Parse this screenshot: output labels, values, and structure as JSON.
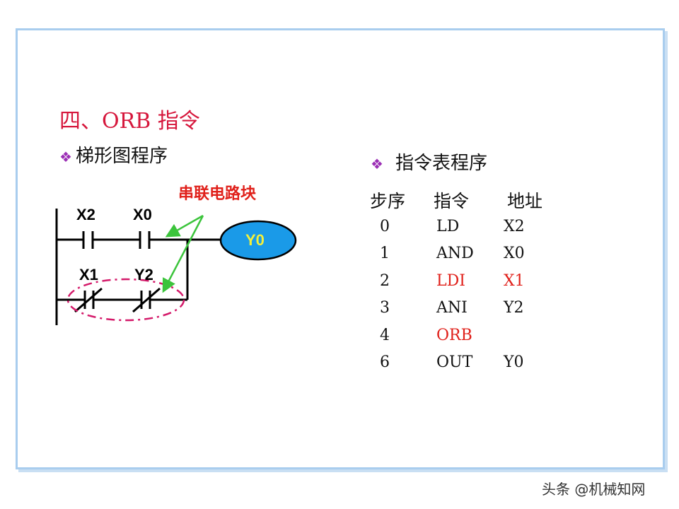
{
  "title": "四、ORB 指令",
  "ladder_heading": "梯形图程序",
  "list_heading": "指令表程序",
  "bullet_icon": "diamond-bullet-icon",
  "annotation": "串联电路块",
  "contacts": {
    "x2": "X2",
    "x0": "X0",
    "x1": "X1",
    "y2": "Y2"
  },
  "coil": "Y0",
  "table": {
    "headers": [
      "步序",
      "指令",
      "地址"
    ],
    "rows": [
      {
        "step": "0",
        "instr": "LD",
        "addr": "X2"
      },
      {
        "step": "1",
        "instr": "AND",
        "addr": "X0"
      },
      {
        "step": "2",
        "instr": "LDI",
        "addr": "X1"
      },
      {
        "step": "3",
        "instr": "ANI",
        "addr": "Y2"
      },
      {
        "step": "4",
        "instr": "ORB",
        "addr": ""
      },
      {
        "step": "6",
        "instr": "OUT",
        "addr": "Y0"
      }
    ]
  },
  "watermark": "头条 @机械知网",
  "colors": {
    "accent": "#d6173c",
    "highlight": "#e0201a",
    "coil": "#1a9ae8",
    "arrow": "#3cc43c"
  }
}
